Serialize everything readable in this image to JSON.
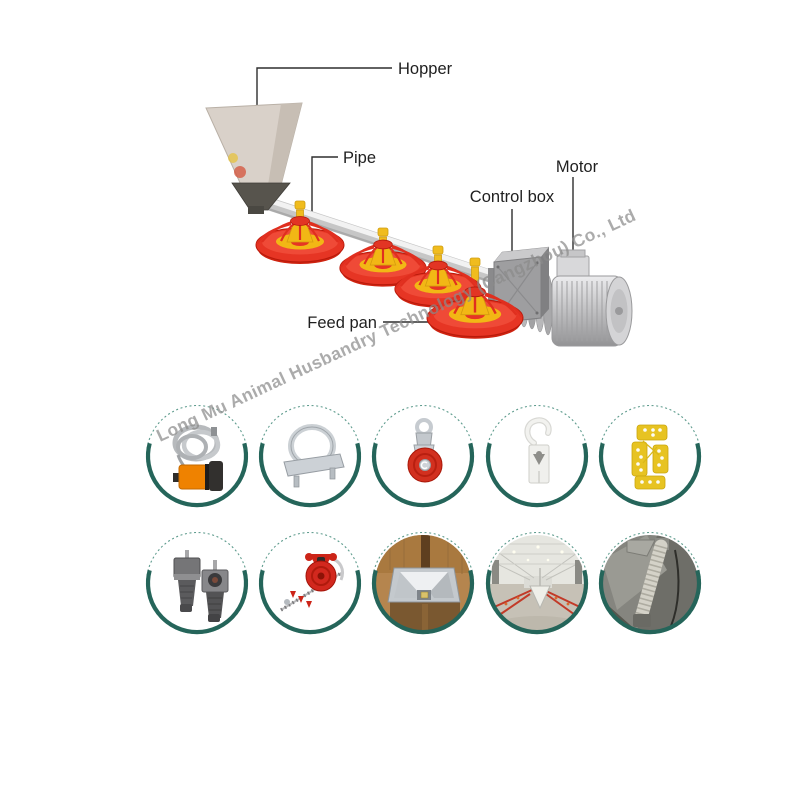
{
  "page": {
    "kind": "poultry-feeding-system product image",
    "background": "#ffffff"
  },
  "colors": {
    "accent_teal": "#25655a",
    "ring_dash": "#5f9c8e",
    "label_text": "#1f1f1f",
    "watermark_gray": "#8b8b8b",
    "pan_red": "#e63524",
    "pan_yellow": "#f2b715",
    "sensor_orange": "#ef8200",
    "pulley_red": "#d2301f",
    "bracket_yellow": "#e7c322",
    "kit_red": "#d2281e",
    "background": "#ffffff"
  },
  "diagram": {
    "labels": {
      "hopper": "Hopper",
      "pipe": "Pipe",
      "control_box": "Control box",
      "motor": "Motor",
      "feed_pan": "Feed pan"
    },
    "feed_pan_count": 4
  },
  "watermark": {
    "text": "Long Mu Animal Husbandry Technology (Cangzhou) Co., Ltd"
  },
  "product_grid": {
    "rows": 2,
    "cols": 5,
    "items": [
      {
        "icon": "level-sensor-icon"
      },
      {
        "icon": "pipe-clamp-icon"
      },
      {
        "icon": "pulley-icon"
      },
      {
        "icon": "plastic-hook-icon"
      },
      {
        "icon": "yellow-bracket-plate-icon"
      },
      {
        "icon": "gearbox-pair-icon"
      },
      {
        "icon": "anti-roost-parts-icon"
      },
      {
        "icon": "hopper-top-view-photo-icon"
      },
      {
        "icon": "poultry-house-photo-icon"
      },
      {
        "icon": "flexible-auger-photo-icon"
      }
    ]
  }
}
